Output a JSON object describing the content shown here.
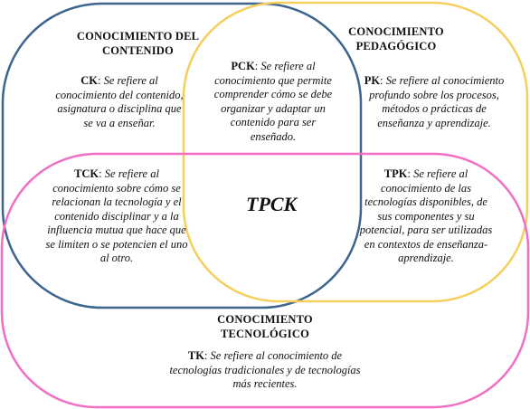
{
  "center_label": "TPCK",
  "content": {
    "title_line1": "CONOCIMIENTO DEL",
    "title_line2": "CONTENIDO",
    "abbr": "CK",
    "description": "Se refiere al conocimiento del contenido, asignatura o disciplina que se va a enseñar."
  },
  "pedagogical": {
    "title_line1": "CONOCIMIENTO",
    "title_line2": "PEDAGÓGICO",
    "abbr": "PK",
    "description": "Se refiere al conocimiento profundo sobre los procesos, métodos o prácticas de enseñanza y aprendizaje."
  },
  "pck": {
    "abbr": "PCK",
    "description": "Se refiere al conocimiento que permite comprender cómo se debe organizar y adaptar un contenido para ser enseñado."
  },
  "tck": {
    "abbr": "TCK",
    "description": "Se refiere al conocimiento sobre cómo se relacionan la tecnología y el contenido disciplinar y a la influencia mutua que hace que se limiten o se potencien el uno al otro."
  },
  "tpk": {
    "abbr": "TPK",
    "description": "Se refiere al conocimiento de las tecnologías disponibles, de sus componentes y su potencial, para ser utilizadas en contextos de enseñanza-aprendizaje."
  },
  "technological": {
    "title_line1": "CONOCIMIENTO",
    "title_line2": "TECNOLÓGICO",
    "abbr": "TK",
    "description": "Se refiere al conocimiento de tecnologías tradicionales y de tecnologías más recientes."
  },
  "colors": {
    "content_circle": "#3d6590",
    "pedagogical_circle": "#f4cf5c",
    "technological_circle": "#f06fc4"
  }
}
